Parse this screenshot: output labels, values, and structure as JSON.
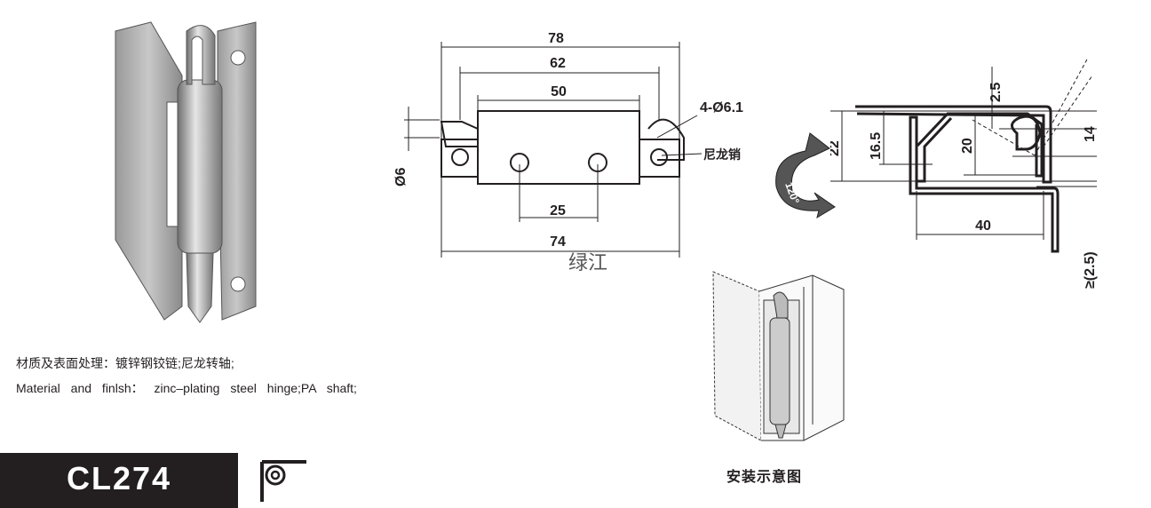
{
  "front_view": {
    "dim_overall": "78",
    "dim_62": "62",
    "dim_50": "50",
    "dim_holes": "4-Ø6.1",
    "nylon_pin": "尼龙销",
    "dim_pin_dia": "Ø6",
    "dim_hole_spacing": "25",
    "dim_74": "74"
  },
  "rotation": {
    "angle": "120°"
  },
  "side_view": {
    "dim_2_5": "2.5",
    "dim_22": "22",
    "dim_16_5": "16.5",
    "dim_20": "20",
    "dim_14": "14",
    "dim_40": "40",
    "dim_min": "≥(2.5)"
  },
  "watermark": "绿江",
  "install": {
    "caption": "安装示意图"
  },
  "description": {
    "cn": "材质及表面处理：镀锌钢铰链;尼龙转轴;",
    "en": "Material and finlsh： zinc–plating steel hinge;PA shaft;"
  },
  "model": {
    "code": "CL274"
  },
  "icons": {
    "mount_type": "hinge-mount-icon"
  }
}
